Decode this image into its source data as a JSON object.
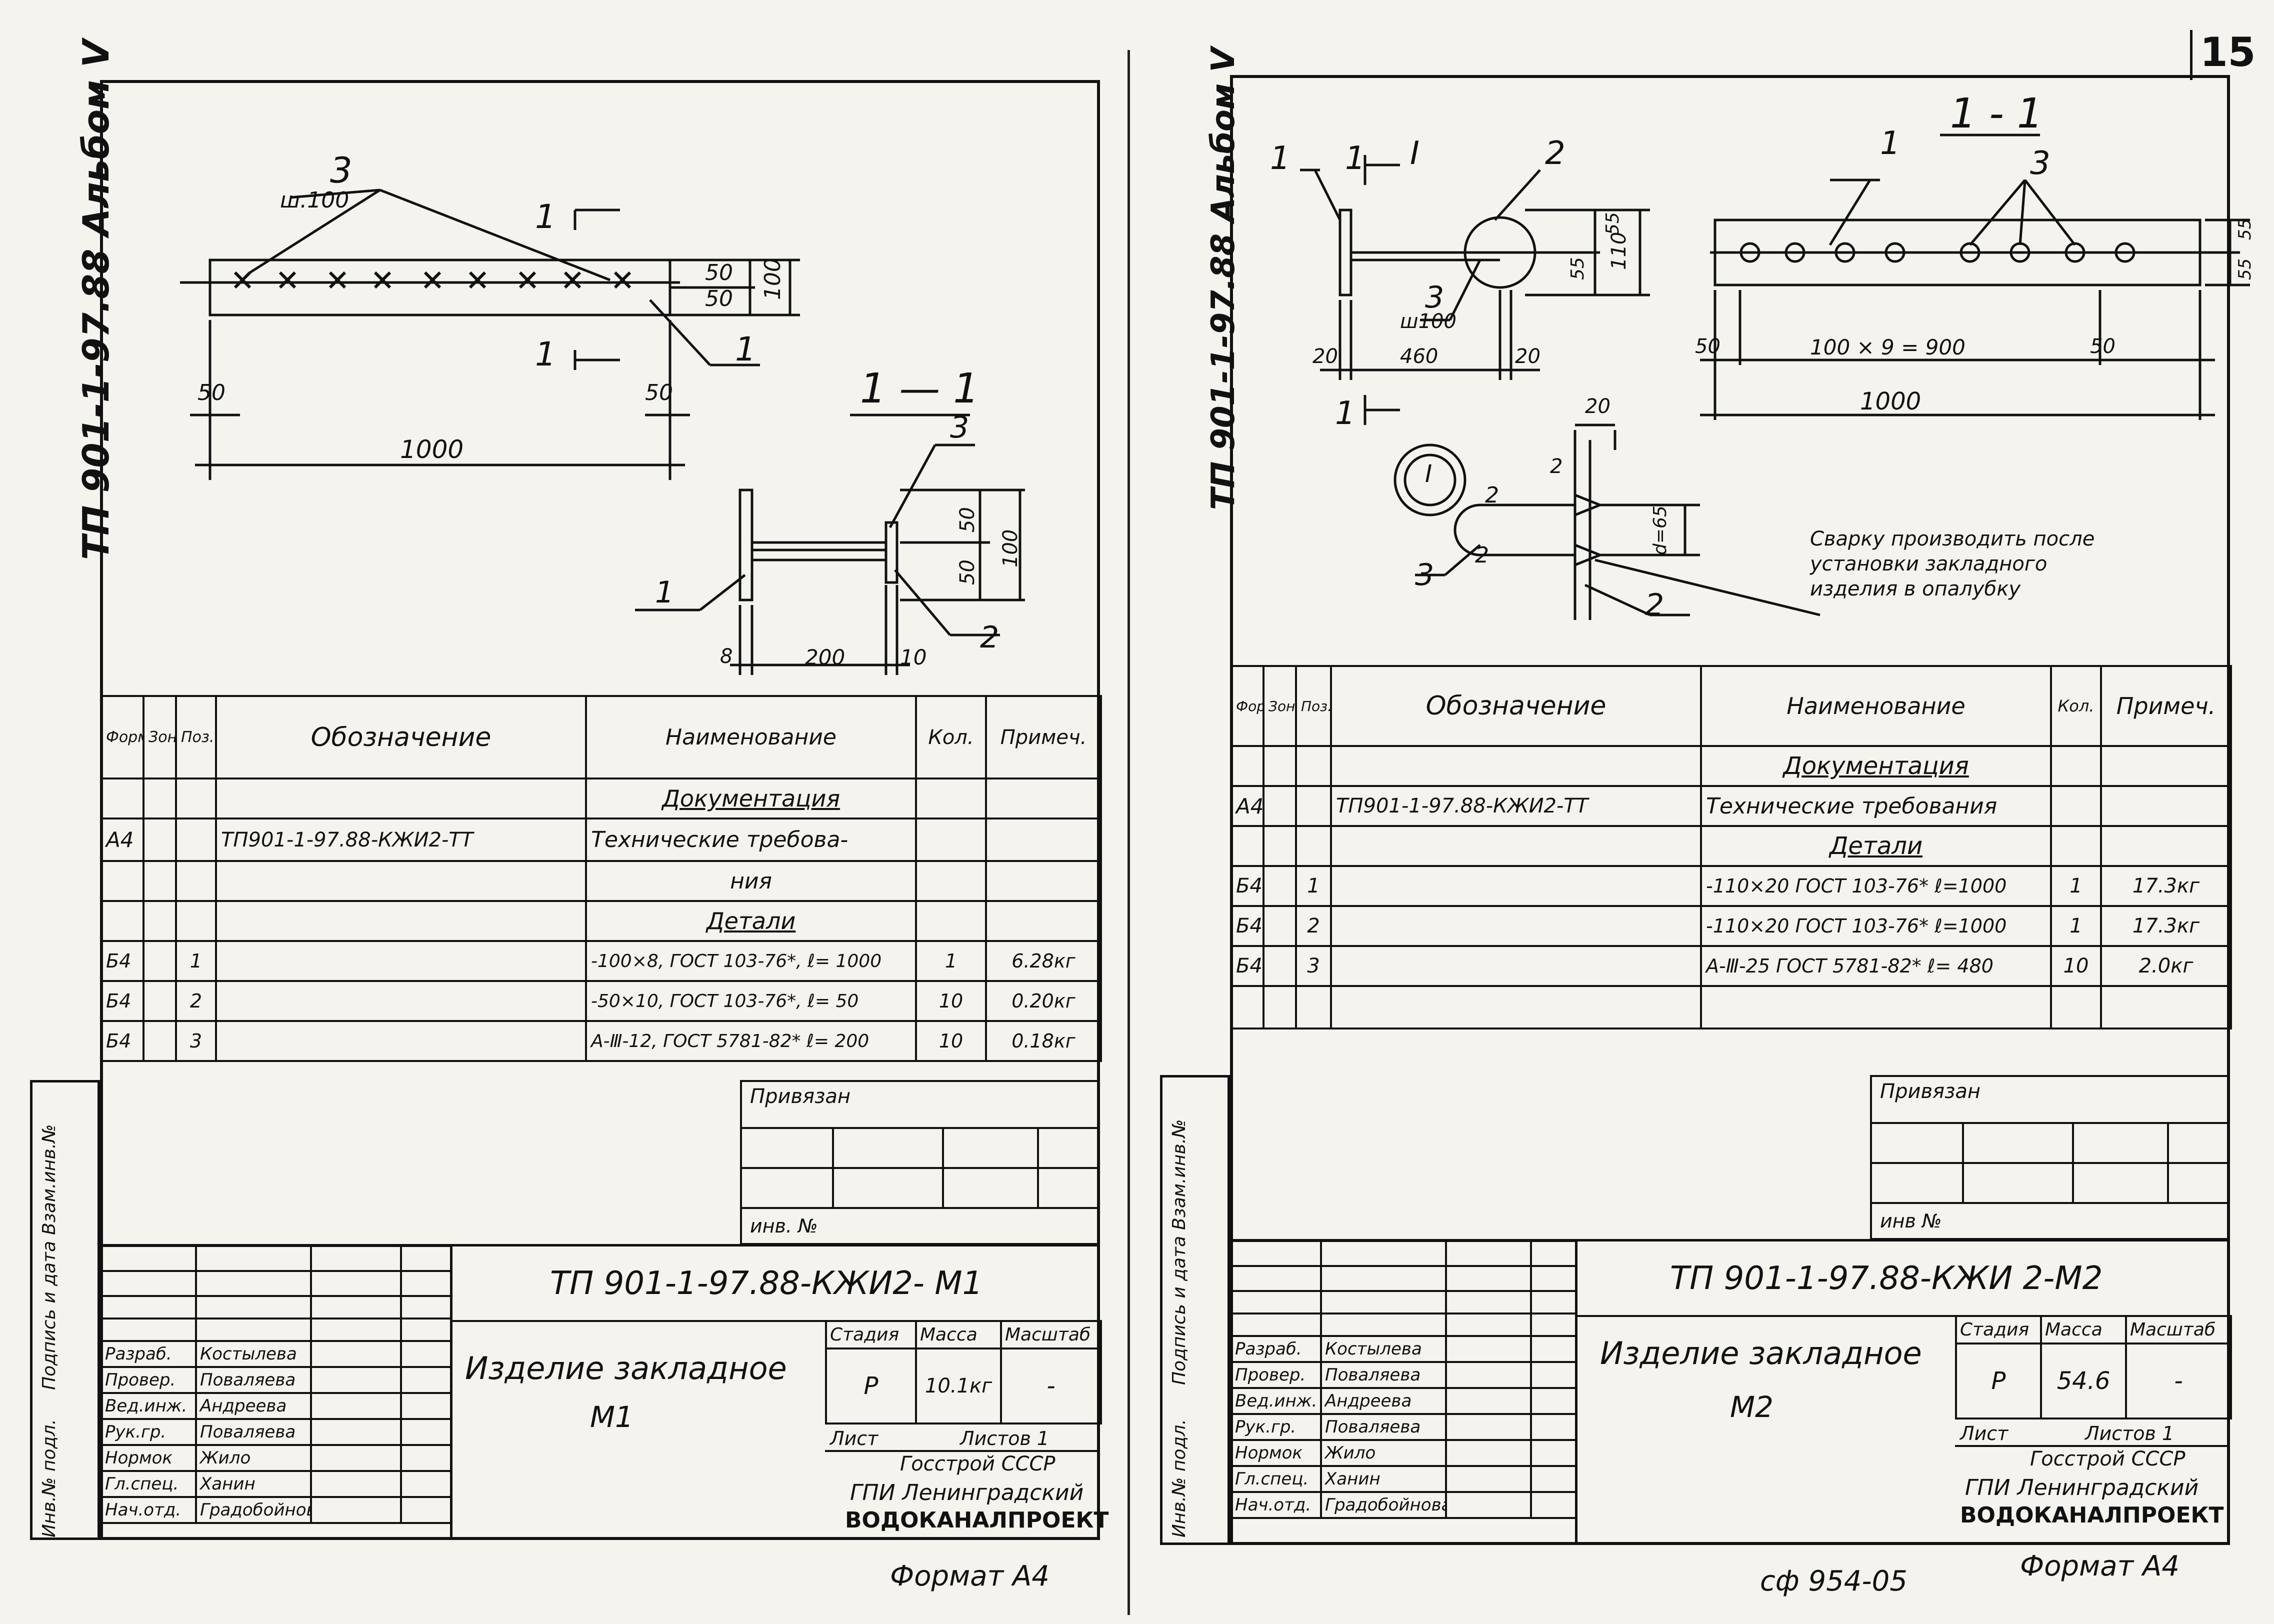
{
  "page_number": "15",
  "bottom_stamp": "сф 954-05",
  "left": {
    "vertical_title": "ТП 901-1-97.88  Альбом V",
    "drawing": {
      "label_3": "3",
      "label_sh": "ш.100",
      "section_1a": "1",
      "section_1b": "1",
      "label_1": "1",
      "dim_50a": "50",
      "dim_50b": "50",
      "dim_100": "100",
      "dim_50c": "50",
      "dim_50d": "50",
      "dim_1000": "1000",
      "sec_title": "1 — 1",
      "sec_3": "3",
      "sec_1": "1",
      "sec_2": "2",
      "sec_50a": "50",
      "sec_50b": "50",
      "sec_100": "100",
      "sec_8": "8",
      "sec_200": "200",
      "sec_10": "10"
    },
    "spec": {
      "headers": [
        "Формат",
        "Зона",
        "Поз.",
        "Обозначение",
        "Наименование",
        "Кол.",
        "Примеч."
      ],
      "rows": [
        [
          "",
          "",
          "",
          "",
          "Документация",
          "",
          ""
        ],
        [
          "А4",
          "",
          "",
          "ТП901-1-97.88-КЖИ2-ТТ",
          "Технические  требова-",
          "",
          ""
        ],
        [
          "",
          "",
          "",
          "",
          "ния",
          "",
          ""
        ],
        [
          "",
          "",
          "",
          "",
          "Детали",
          "",
          ""
        ],
        [
          "Б4",
          "",
          "1",
          "",
          "-100×8, ГОСТ 103-76*, ℓ= 1000",
          "1",
          "6.28кг"
        ],
        [
          "Б4",
          "",
          "2",
          "",
          "-50×10, ГОСТ 103-76*, ℓ= 50",
          "10",
          "0.20кг"
        ],
        [
          "Б4",
          "",
          "3",
          "",
          "А-Ⅲ-12, ГОСТ 5781-82* ℓ= 200",
          "10",
          "0.18кг"
        ]
      ]
    },
    "side_labels": [
      "Инв.№ подл.",
      "Подпись и дата",
      "Взам.инв.№"
    ],
    "privyazan": "Привязан",
    "inv_no": "инв. №",
    "doc_code": "ТП 901-1-97.88-КЖИ2- М1",
    "item_name_1": "Изделие  закладное",
    "item_name_2": "М1",
    "stage_hdr": "Стадия",
    "mass_hdr": "Масса",
    "scale_hdr": "Масштаб",
    "stage": "Р",
    "mass": "10.1кг",
    "scale": "-",
    "sheet": "Лист",
    "sheets": "Листов 1",
    "org": [
      "Госстрой СССР",
      "ГПИ Ленинградский",
      "ВОДОКАНАЛПРОЕКТ"
    ],
    "people": [
      [
        "Разраб.",
        "Костылева"
      ],
      [
        "Провер.",
        "Поваляева"
      ],
      [
        "Вед.инж.",
        "Андреева"
      ],
      [
        "Рук.гр.",
        "Поваляева"
      ],
      [
        "Нормок",
        "Жило"
      ],
      [
        "Гл.спец.",
        "Ханин"
      ],
      [
        "Нач.отд.",
        "Градобойнова"
      ]
    ],
    "format": "Формат А4"
  },
  "right": {
    "vertical_title": "ТП 901-1-97.88  Альбом V",
    "drawing": {
      "p1": "1",
      "p1b": "1",
      "pI": "I",
      "p2": "2",
      "p3": "3",
      "sh100": "ш100",
      "d55a": "55",
      "d55b": "55",
      "d110": "110",
      "d20a": "20",
      "d460": "460",
      "d20b": "20",
      "p1c": "1",
      "sec_title": "1 - 1",
      "s1": "1",
      "s3": "3",
      "s55a": "55",
      "s55b": "55",
      "s50a": "50",
      "s900": "100 × 9 = 900",
      "s50b": "50",
      "s1000": "1000",
      "nI": "I",
      "n20": "20",
      "n2a": "2",
      "n2b": "2",
      "n3": "3",
      "n2c": "2",
      "n2d": "2",
      "nd": "d=65",
      "note": [
        "Сварку производить после",
        "установки закладного",
        "изделия в опалубку"
      ]
    },
    "spec": {
      "headers": [
        "Формат",
        "Зона",
        "Поз.",
        "Обозначение",
        "Наименование",
        "Кол.",
        "Примеч."
      ],
      "rows": [
        [
          "",
          "",
          "",
          "",
          "Документация",
          "",
          ""
        ],
        [
          "А4",
          "",
          "",
          "ТП901-1-97.88-КЖИ2-ТТ",
          "Технические требования",
          "",
          ""
        ],
        [
          "",
          "",
          "",
          "",
          "Детали",
          "",
          ""
        ],
        [
          "Б4",
          "",
          "1",
          "",
          "-110×20 ГОСТ 103-76* ℓ=1000",
          "1",
          "17.3кг"
        ],
        [
          "Б4",
          "",
          "2",
          "",
          "-110×20 ГОСТ 103-76* ℓ=1000",
          "1",
          "17.3кг"
        ],
        [
          "Б4",
          "",
          "3",
          "",
          "А-Ⅲ-25 ГОСТ 5781-82* ℓ= 480",
          "10",
          "2.0кг"
        ],
        [
          "",
          "",
          "",
          "",
          "",
          "",
          ""
        ]
      ]
    },
    "side_labels": [
      "Инв.№ подл.",
      "Подпись и дата",
      "Взам.инв.№"
    ],
    "privyazan": "Привязан",
    "inv_no": "инв №",
    "doc_code": "ТП 901-1-97.88-КЖИ 2-М2",
    "item_name_1": "Изделие  закладное",
    "item_name_2": "М2",
    "stage_hdr": "Стадия",
    "mass_hdr": "Масса",
    "scale_hdr": "Масштаб",
    "stage": "Р",
    "mass": "54.6",
    "scale": "-",
    "sheet": "Лист",
    "sheets": "Листов 1",
    "org": [
      "Госстрой СССР",
      "ГПИ Ленинградский",
      "ВОДОКАНАЛПРОЕКТ"
    ],
    "people": [
      [
        "Разраб.",
        "Костылева"
      ],
      [
        "Провер.",
        "Поваляева"
      ],
      [
        "Вед.инж.",
        "Андреева"
      ],
      [
        "Рук.гр.",
        "Поваляева"
      ],
      [
        "Нормок",
        "Жило"
      ],
      [
        "Гл.спец.",
        "Ханин"
      ],
      [
        "Нач.отд.",
        "Градобойнова"
      ]
    ],
    "format": "Формат А4"
  }
}
